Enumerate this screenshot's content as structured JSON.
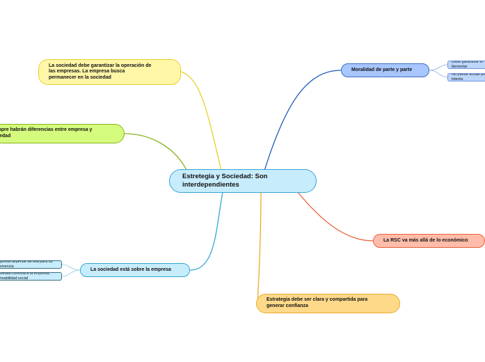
{
  "central": {
    "label": "Estretegia y Sociedad: Son\ninterdependientes",
    "color": "#c7ecfb"
  },
  "branches": {
    "yellow": {
      "label": "La sociedad debe garantizar la operación de\nlas empresas. La empresa busca\npermanecer en la sociedad",
      "color": "#fff6a8",
      "line": "#e8cf2a"
    },
    "green": {
      "label": "Siempre habrán diferencias entre empresa y\nsociedad",
      "color": "#d5fb7e",
      "line": "#86b31a"
    },
    "sky": {
      "label": "La sociedad está sobre la empresa",
      "color": "#c7ecfb",
      "line": "#2ea8d8",
      "children": [
        "La empresa depende de ella para su supervivencia",
        "La sociedad controla a la empresa, responsabilidad social"
      ]
    },
    "gold": {
      "label": "Estrategia debe ser clara y compartida para\ngenerar confianza",
      "color": "#ffd98a",
      "line": "#e8ab2a"
    },
    "blue": {
      "label": "Moralidad de parte y parte",
      "color": "#a8c6ff",
      "line": "#1f5bc0",
      "children": [
        "Debe garantizar el bienestar",
        "No puede actuar por interés"
      ]
    },
    "red": {
      "label": "La RSC va más allá de lo económico",
      "color": "#ffbcaa",
      "line": "#e8603a"
    }
  }
}
